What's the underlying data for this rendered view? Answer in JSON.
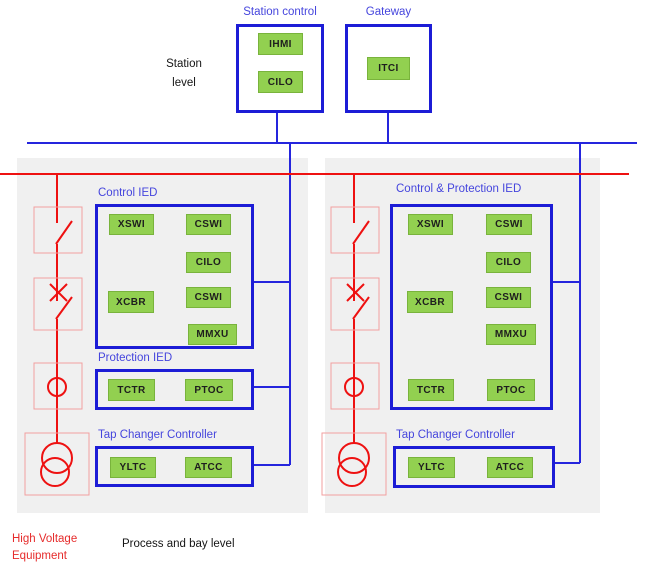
{
  "diagram": {
    "station": {
      "level_label_1": "Station",
      "level_label_2": "level",
      "station_control": {
        "title": "Station control",
        "nodes": [
          "IHMI",
          "CILO"
        ]
      },
      "gateway": {
        "title": "Gateway",
        "nodes": [
          "ITCI"
        ]
      }
    },
    "process_bay": {
      "left_bay": {
        "control_ied": {
          "title": "Control IED",
          "nodes": [
            "XSWI",
            "CSWI",
            "CILO",
            "CSWI",
            "XCBR",
            "MMXU"
          ]
        },
        "protection_ied": {
          "title": "Protection IED",
          "nodes": [
            "TCTR",
            "PTOC"
          ]
        },
        "tap_changer": {
          "title": "Tap Changer Controller",
          "nodes": [
            "YLTC",
            "ATCC"
          ]
        }
      },
      "right_bay": {
        "control_protection_ied": {
          "title": "Control & Protection IED",
          "nodes": [
            "XSWI",
            "CSWI",
            "CILO",
            "CSWI",
            "XCBR",
            "MMXU",
            "TCTR",
            "PTOC"
          ]
        },
        "tap_changer": {
          "title": "Tap Changer Controller",
          "nodes": [
            "YLTC",
            "ATCC"
          ]
        }
      },
      "hv_label_1": "High Voltage",
      "hv_label_2": "Equipment",
      "process_label": "Process and bay level"
    },
    "colors": {
      "blue_box_border": "#1c1cd6",
      "blue_label": "#4545dd",
      "blue_line": "#2525dd",
      "green_node_fill": "#92d050",
      "red_line": "#ee1111",
      "light_red_box": "#f29f9f",
      "bay_background": "#f0f0f0"
    }
  }
}
